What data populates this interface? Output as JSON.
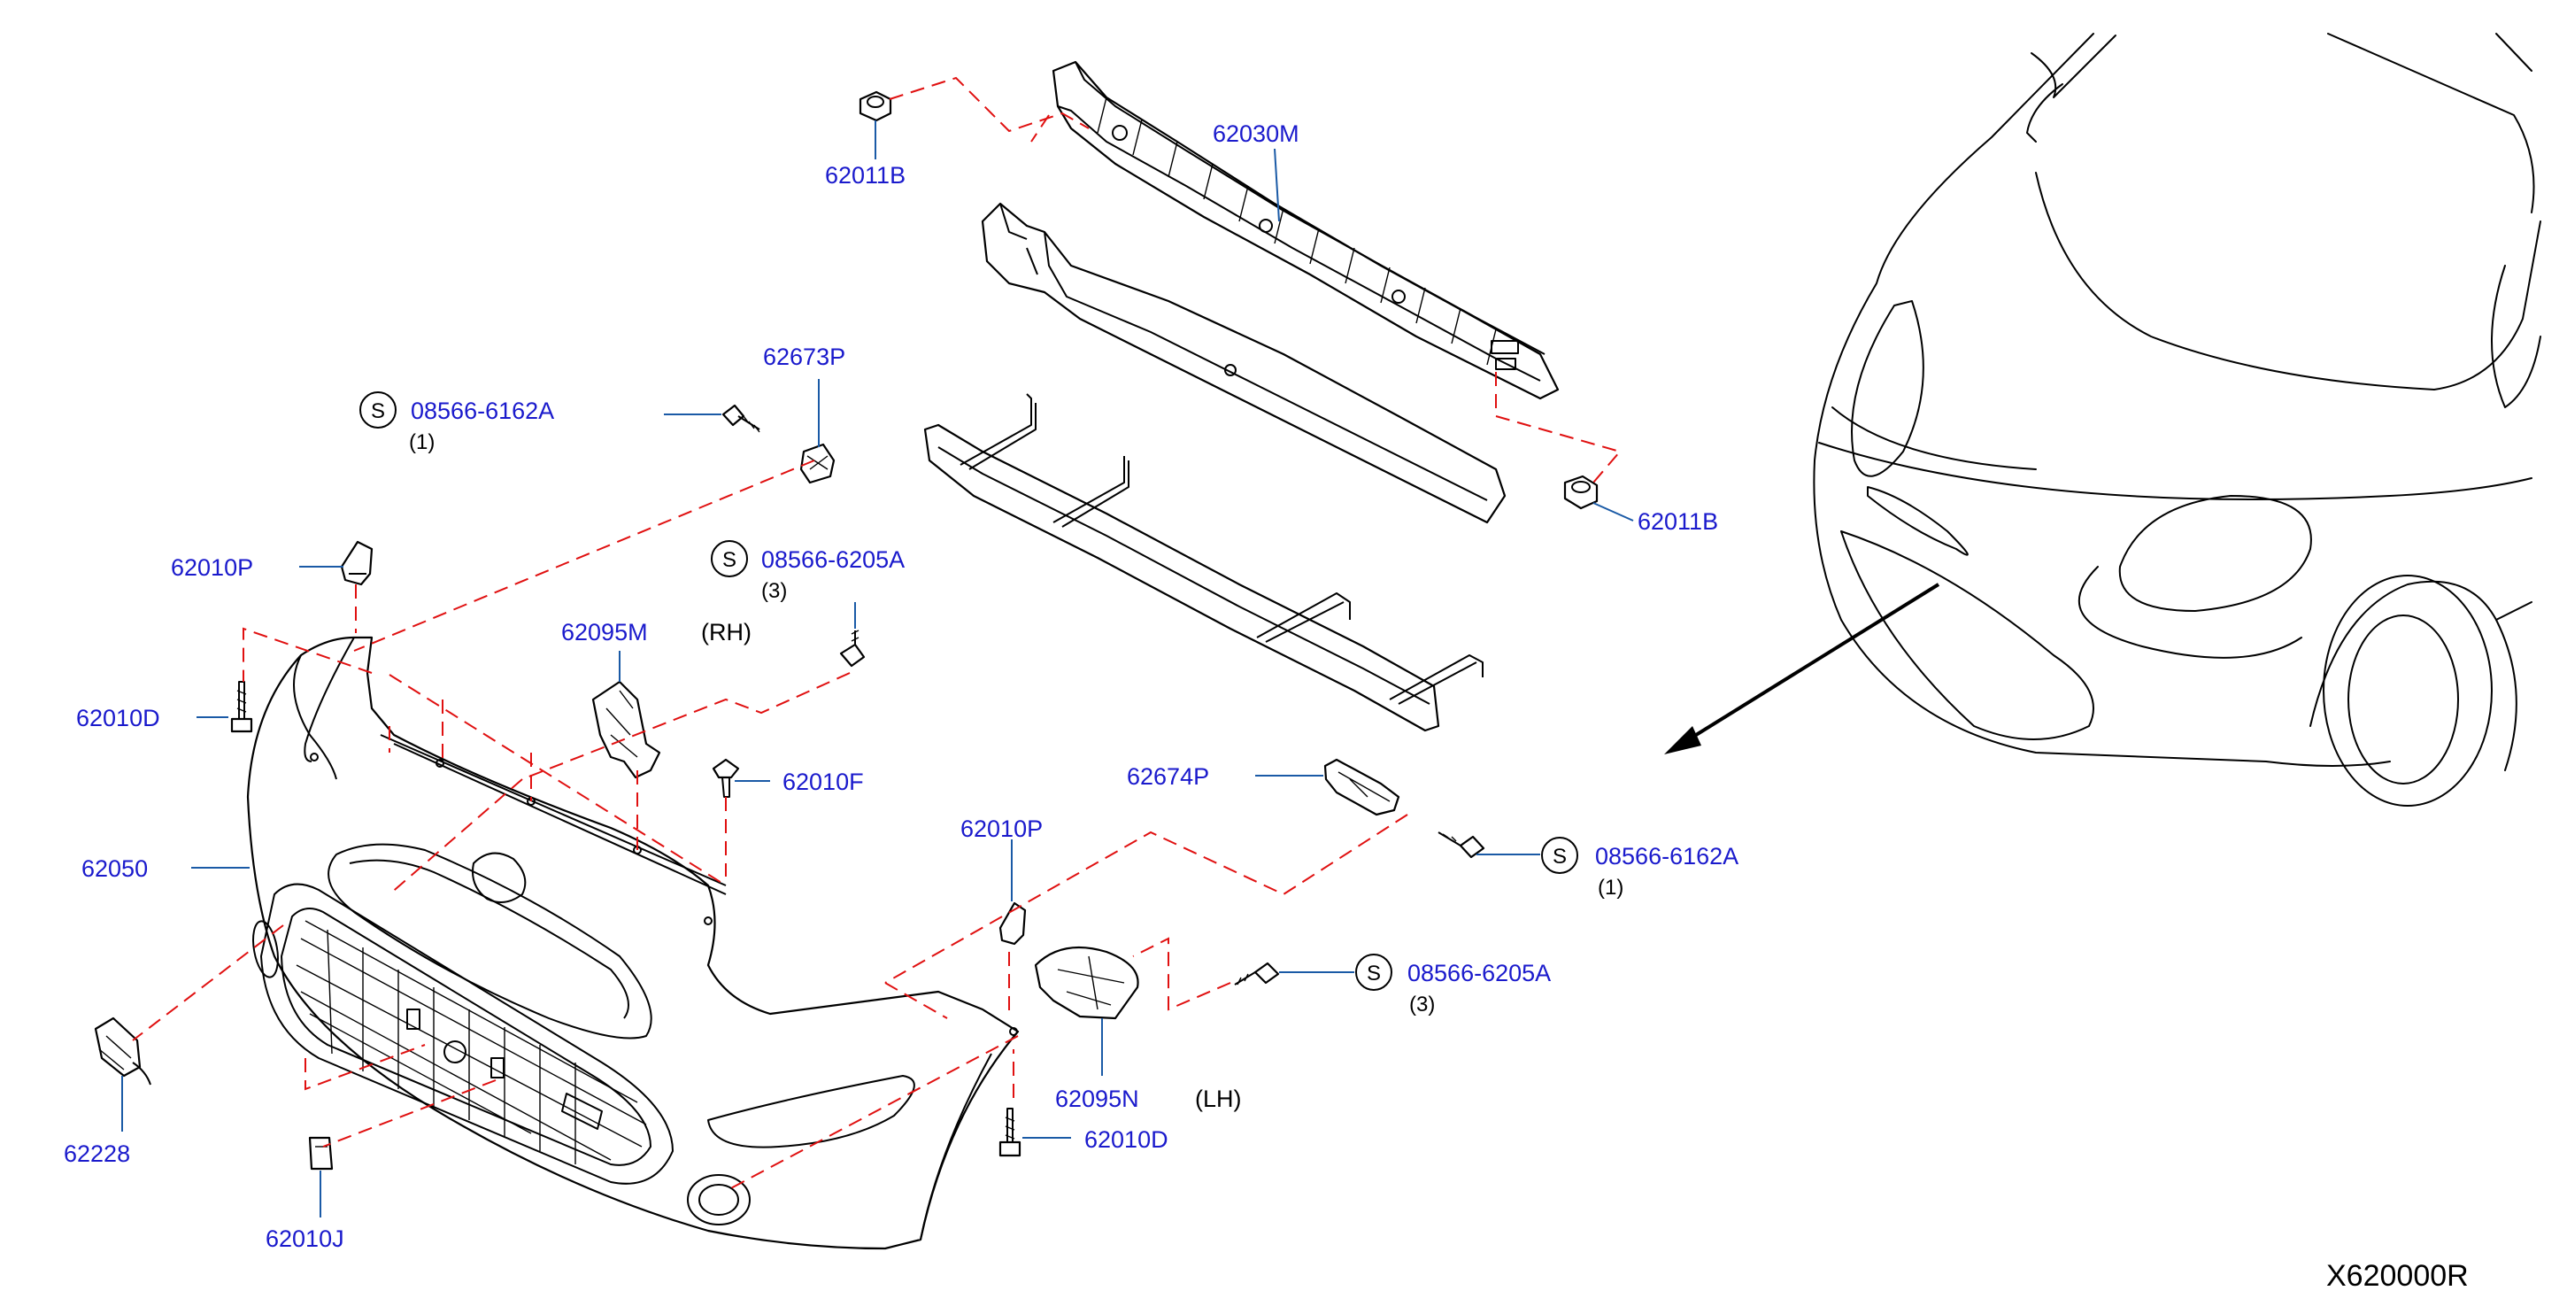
{
  "labels": {
    "p62030M": "62030M",
    "p62011B_top": "62011B",
    "p62011B_right": "62011B",
    "p62673P": "62673P",
    "p08566_6162A_top": "08566-6162A",
    "qty_6162A_top": "(1)",
    "p62010P_left": "62010P",
    "p08566_6205A_top": "08566-6205A",
    "qty_6205A_top": "(3)",
    "p62095M": "62095M",
    "side_rh": "(RH)",
    "p62010D_left": "62010D",
    "p62010F": "62010F",
    "p62050": "62050",
    "p62674P": "62674P",
    "p08566_6162A_right": "08566-6162A",
    "qty_6162A_right": "(1)",
    "p62010P_mid": "62010P",
    "p08566_6205A_right": "08566-6205A",
    "qty_6205A_right": "(3)",
    "p62228": "62228",
    "p62095N": "62095N",
    "side_lh": "(LH)",
    "p62010D_mid": "62010D",
    "p62010J": "62010J",
    "s_symbol_1": "S",
    "s_symbol_2": "S",
    "s_symbol_3": "S",
    "s_symbol_4": "S"
  },
  "catalog_code": "X620000R",
  "colors": {
    "part_number_text": "#1a1acc",
    "leader_line": "#1a5aa6",
    "assembly_dash": "#e01010",
    "outline": "#000000"
  }
}
